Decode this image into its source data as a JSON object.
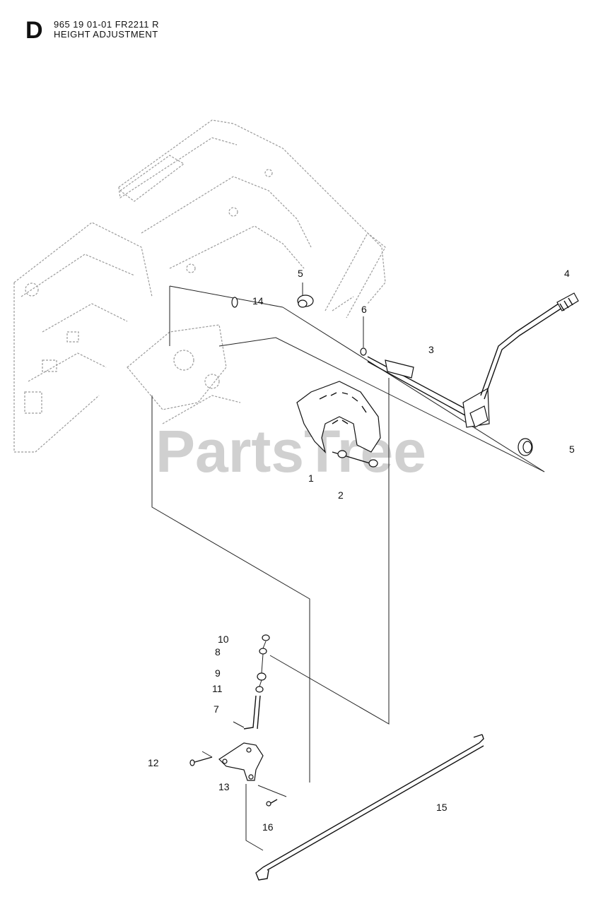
{
  "header": {
    "section_letter": "D",
    "part_number_line": "965 19 01-01 FR2211 R",
    "title": "HEIGHT ADJUSTMENT"
  },
  "watermark": "PartsTree",
  "callouts": [
    {
      "id": "c1",
      "text": "1"
    },
    {
      "id": "c2",
      "text": "2"
    },
    {
      "id": "c3",
      "text": "3"
    },
    {
      "id": "c4",
      "text": "4"
    },
    {
      "id": "c5a",
      "text": "5"
    },
    {
      "id": "c5b",
      "text": "5"
    },
    {
      "id": "c6",
      "text": "6"
    },
    {
      "id": "c7",
      "text": "7"
    },
    {
      "id": "c8",
      "text": "8"
    },
    {
      "id": "c9",
      "text": "9"
    },
    {
      "id": "c10",
      "text": "10"
    },
    {
      "id": "c11",
      "text": "11"
    },
    {
      "id": "c12",
      "text": "12"
    },
    {
      "id": "c13",
      "text": "13"
    },
    {
      "id": "c14",
      "text": "14"
    },
    {
      "id": "c15",
      "text": "15"
    },
    {
      "id": "c16",
      "text": "16"
    }
  ],
  "colors": {
    "line": "#111111",
    "ghost": "#9a9a9a",
    "watermark": "#d0d0d0"
  }
}
